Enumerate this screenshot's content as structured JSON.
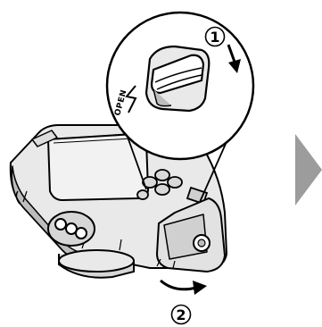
{
  "steps": {
    "step1": "1",
    "step2": "2"
  },
  "lock_label": "OPEN",
  "colors": {
    "body_fill": "#e9e9e9",
    "body_dark": "#bdbdbd",
    "stroke": "#000000",
    "arrow_gray": "#9c9c9c",
    "background": "#ffffff"
  }
}
